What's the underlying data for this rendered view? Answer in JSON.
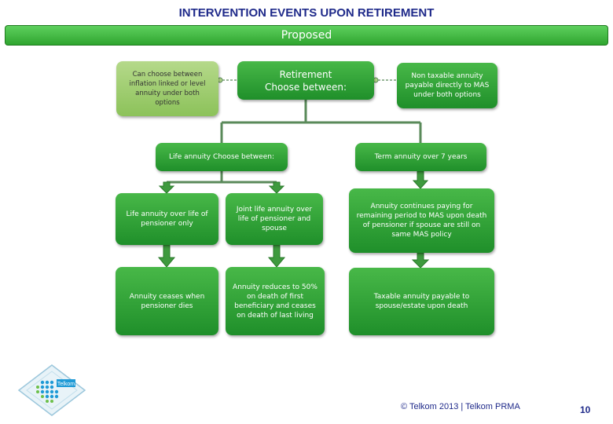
{
  "title": "INTERVENTION EVENTS UPON RETIREMENT",
  "banner": "Proposed",
  "nodes": {
    "left_note": "Can choose between inflation linked or level annuity under both options",
    "retirement_line1": "Retirement",
    "retirement_line2": "Choose between:",
    "right_note": "Non taxable annuity payable directly to MAS under both options",
    "life_annuity": "Life annuity Choose between:",
    "term_annuity": "Term annuity over 7 years",
    "life_over_pensioner": "Life annuity over life of pensioner only",
    "joint_life": "Joint life annuity over life of pensioner and spouse",
    "annuity_continues": "Annuity continues paying for remaining period to MAS upon death of pensioner if spouse are still on same MAS policy",
    "annuity_ceases": "Annuity ceases when pensioner dies",
    "annuity_reduces": "Annuity reduces to 50% on death of first beneficiary and ceases on death of last living",
    "taxable_annuity": "Taxable annuity payable to spouse/estate upon death"
  },
  "logo_text": "Telkom",
  "footer": "© Telkom 2013 | Telkom PRMA",
  "page_number": "10",
  "colors": {
    "title": "#1f2a8a",
    "box_dark": "#2fa52f",
    "box_light": "#a3cf75",
    "connector": "#5a8a5a",
    "arrow": "#3e9a3e"
  }
}
